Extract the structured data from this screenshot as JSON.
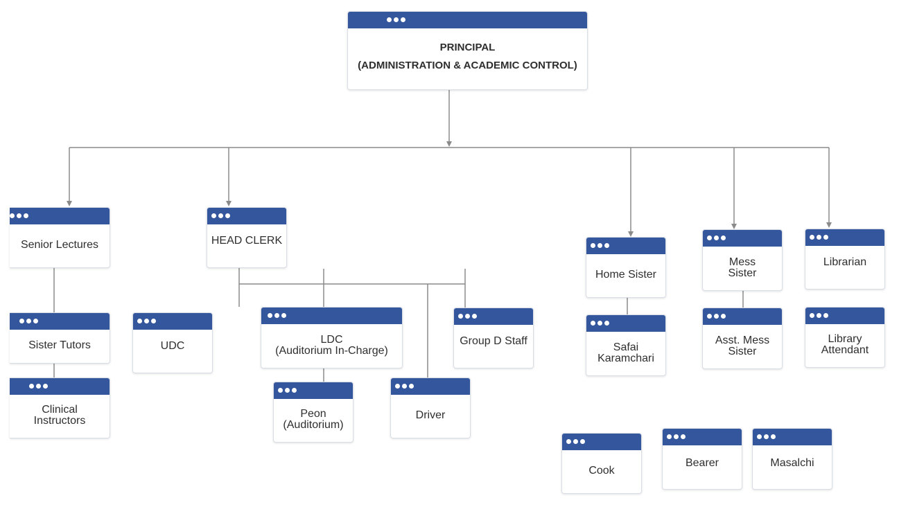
{
  "principal": {
    "line1": "PRINCIPAL",
    "line2": "(ADMINISTRATION & ACADEMIC CONTROL)"
  },
  "senior_lectures": "Senior Lectures",
  "sister_tutors": "Sister Tutors",
  "clinical_instructors": {
    "line1": "Clinical",
    "line2": "Instructors"
  },
  "head_clerk": "HEAD CLERK",
  "udc": "UDC",
  "ldc": {
    "line1": "LDC",
    "line2": "(Auditorium In-Charge)"
  },
  "peon": {
    "line1": "Peon",
    "line2": "(Auditorium)"
  },
  "driver": "Driver",
  "group_d_staff": "Group D Staff",
  "home_sister": "Home Sister",
  "safai_karamchari": {
    "line1": "Safai",
    "line2": "Karamchari"
  },
  "mess_sister": {
    "line1": "Mess",
    "line2": "Sister"
  },
  "asst_mess_sister": {
    "line1": "Asst. Mess",
    "line2": "Sister"
  },
  "librarian": "Librarian",
  "library_attendant": {
    "line1": "Library",
    "line2": "Attendant"
  },
  "cook": "Cook",
  "bearer": "Bearer",
  "masalchi": "Masalchi",
  "colors": {
    "header_bar": "#33569d",
    "connector": "#8a8a8a",
    "text": "#2e2e2e"
  }
}
